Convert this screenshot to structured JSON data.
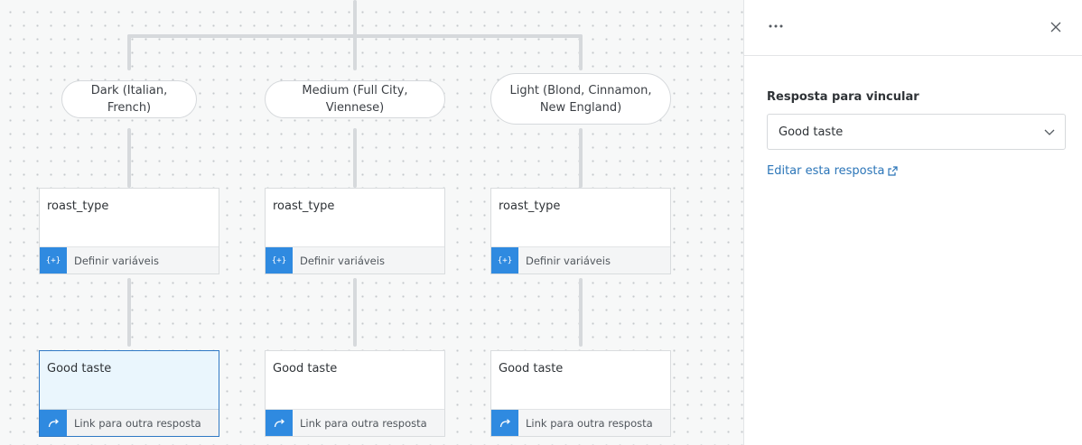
{
  "canvas": {
    "branches": [
      {
        "label": "Dark (Italian, French)"
      },
      {
        "label": "Medium (Full City, Viennese)"
      },
      {
        "label": "Light (Blond, Cinnamon, New England)"
      }
    ],
    "variable_nodes": [
      {
        "title": "roast_type",
        "footer_label": "Definir variáveis",
        "icon": "{+}"
      },
      {
        "title": "roast_type",
        "footer_label": "Definir variáveis",
        "icon": "{+}"
      },
      {
        "title": "roast_type",
        "footer_label": "Definir variáveis",
        "icon": "{+}"
      }
    ],
    "link_nodes": [
      {
        "title": "Good taste",
        "footer_label": "Link para outra resposta",
        "selected": true
      },
      {
        "title": "Good taste",
        "footer_label": "Link para outra resposta",
        "selected": false
      },
      {
        "title": "Good taste",
        "footer_label": "Link para outra resposta",
        "selected": false
      }
    ]
  },
  "panel": {
    "more_icon": "more-horizontal-icon",
    "close_icon": "close-icon",
    "field_label": "Resposta para vincular",
    "select_value": "Good taste",
    "edit_link": "Editar esta resposta"
  },
  "colors": {
    "accent": "#2f8ae0",
    "link": "#2b75b8",
    "selected_border": "#2f79c5",
    "selected_bg": "#eaf6fd"
  }
}
